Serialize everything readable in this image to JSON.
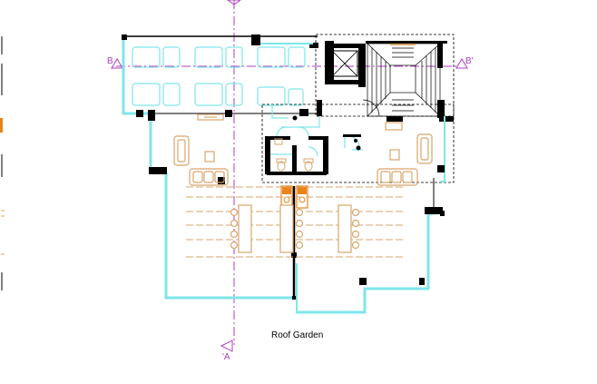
{
  "drawing": {
    "caption": "Roof Garden",
    "section_labels": {
      "b_left": "B",
      "b_right": "B'",
      "a_bottom": "'A"
    }
  },
  "colors": {
    "background": "#ffffff",
    "outer_wall": "#7fe6ea",
    "structure": "#000000",
    "furniture": "#d9a56b",
    "accent_orange": "#e8841c",
    "section_line": "#b03cc0",
    "hatch_frame": "#000000"
  },
  "icons": [
    "section-marker-icon",
    "stair-icon",
    "elevator-icon",
    "sofa-icon",
    "table-icon",
    "toilet-icon",
    "sink-icon",
    "door-swing-icon"
  ]
}
